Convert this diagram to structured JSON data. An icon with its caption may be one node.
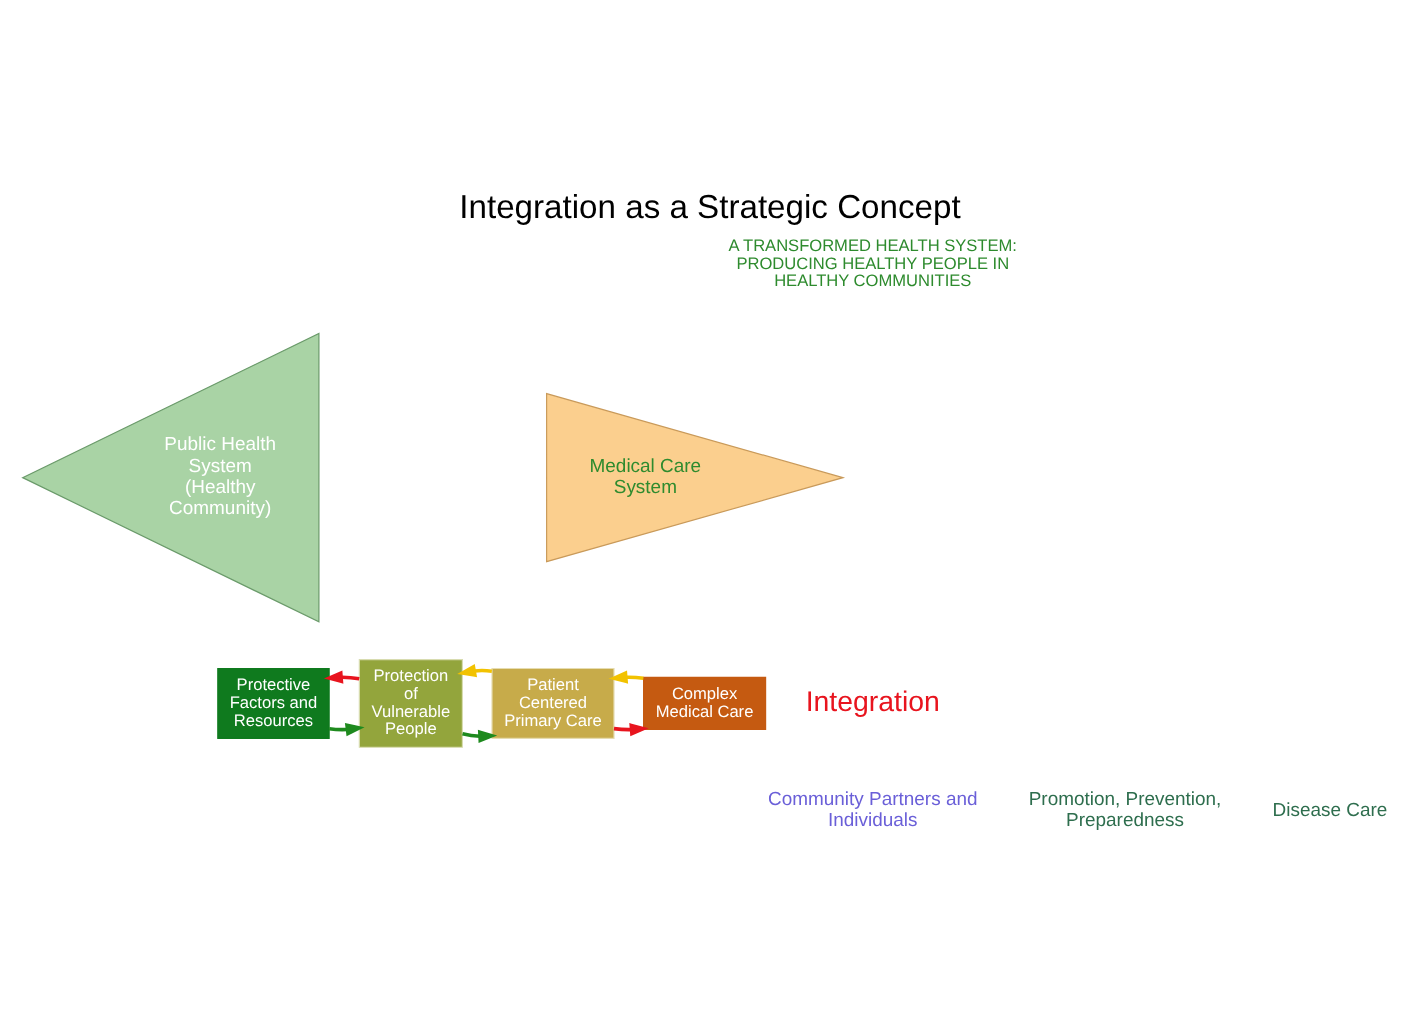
{
  "diagram": {
    "title": "Integration as a Strategic Concept",
    "nodes": [
      {
        "text": [
          "Public Health System (Healthy Community)"
        ]
      },
      {
        "text": [
          "Medical Care System"
        ]
      },
      {
        "text": [
          "Protective Factors and Resources"
        ]
      },
      {
        "text": [
          "Protection of Vulnerable People"
        ]
      },
      {
        "text": [
          "Patient Centered Primary Care"
        ]
      },
      {
        "text": [
          "Complex Medical Care"
        ]
      }
    ],
    "edges": [
      {
        "from": 2,
        "to": 3,
        "arrow": "to",
        "color": "#1e8a1e"
      },
      {
        "from": 3,
        "to": 2,
        "arrow": "to",
        "color": "#e8141e"
      },
      {
        "from": 3,
        "to": 4,
        "arrow": "to",
        "color": "#1e8a1e"
      },
      {
        "from": 4,
        "to": 3,
        "arrow": "to",
        "color": "#f2c200"
      },
      {
        "from": 4,
        "to": 5,
        "arrow": "to",
        "color": "#e8141e"
      },
      {
        "from": 5,
        "to": 4,
        "arrow": "to",
        "color": "#f2c200"
      }
    ],
    "labels": [
      "A TRANSFORMED HEALTH SYSTEM: PRODUCING HEALTHY PEOPLE IN HEALTHY COMMUNITIES",
      "Integration",
      "Community Partners and Individuals",
      "Promotion, Prevention, Preparedness",
      "Disease Care"
    ]
  }
}
